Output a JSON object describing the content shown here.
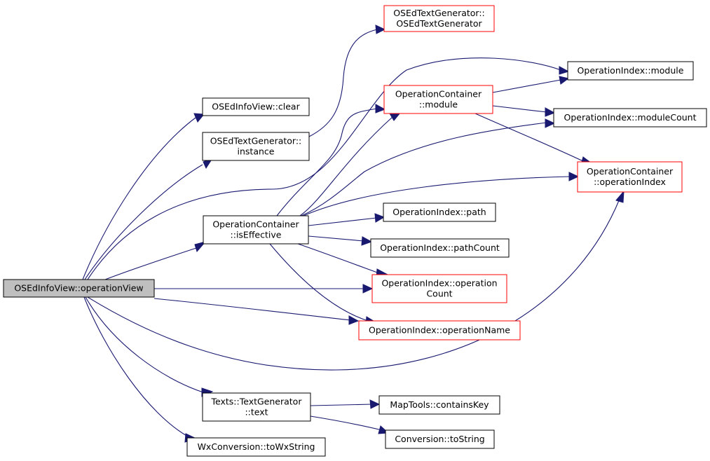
{
  "colors": {
    "edge": "#191970",
    "border_default": "#000000",
    "border_undocumented": "#ff0000",
    "fill_default": "#ffffff",
    "fill_root": "#bfbfbf",
    "text": "#000000"
  },
  "nodes": [
    {
      "id": "root",
      "name": "node-osedinfoview-operationview",
      "lines": [
        "OSEdInfoView::operationView"
      ],
      "style": "root"
    },
    {
      "id": "clear",
      "name": "node-osedinfoview-clear",
      "lines": [
        "OSEdInfoView::clear"
      ],
      "style": "default"
    },
    {
      "id": "instance",
      "name": "node-osedtextgenerator-instance",
      "lines": [
        "OSEdTextGenerator::",
        "instance"
      ],
      "style": "default"
    },
    {
      "id": "isEffective",
      "name": "node-operationcontainer-iseffective",
      "lines": [
        "OperationContainer",
        "::isEffective"
      ],
      "style": "default"
    },
    {
      "id": "textgen",
      "name": "node-texts-textgenerator-text",
      "lines": [
        "Texts::TextGenerator",
        "::text"
      ],
      "style": "default"
    },
    {
      "id": "towx",
      "name": "node-wxconversion-towxstring",
      "lines": [
        "WxConversion::toWxString"
      ],
      "style": "default"
    },
    {
      "id": "osedtg",
      "name": "node-osedtextgenerator-ctor",
      "lines": [
        "OSEdTextGenerator::",
        "OSEdTextGenerator"
      ],
      "style": "undocumented"
    },
    {
      "id": "ocmodule",
      "name": "node-operationcontainer-module",
      "lines": [
        "OperationContainer",
        "::module"
      ],
      "style": "undocumented"
    },
    {
      "id": "oimodule",
      "name": "node-operationindex-module",
      "lines": [
        "OperationIndex::module"
      ],
      "style": "default"
    },
    {
      "id": "modcount",
      "name": "node-operationindex-modulecount",
      "lines": [
        "OperationIndex::moduleCount"
      ],
      "style": "default"
    },
    {
      "id": "ocopindex",
      "name": "node-operationcontainer-operationindex",
      "lines": [
        "OperationContainer",
        "::operationIndex"
      ],
      "style": "undocumented"
    },
    {
      "id": "path",
      "name": "node-operationindex-path",
      "lines": [
        "OperationIndex::path"
      ],
      "style": "default"
    },
    {
      "id": "pathcount",
      "name": "node-operationindex-pathcount",
      "lines": [
        "OperationIndex::pathCount"
      ],
      "style": "default"
    },
    {
      "id": "opcount",
      "name": "node-operationindex-operationcount",
      "lines": [
        "OperationIndex::operation",
        "Count"
      ],
      "style": "undocumented"
    },
    {
      "id": "opname",
      "name": "node-operationindex-operationname",
      "lines": [
        "OperationIndex::operationName"
      ],
      "style": "undocumented"
    },
    {
      "id": "contains",
      "name": "node-maptools-containskey",
      "lines": [
        "MapTools::containsKey"
      ],
      "style": "default"
    },
    {
      "id": "tostring",
      "name": "node-conversion-tostring",
      "lines": [
        "Conversion::toString"
      ],
      "style": "default"
    }
  ],
  "edges": [
    {
      "from": "root",
      "to": "clear"
    },
    {
      "from": "root",
      "to": "instance"
    },
    {
      "from": "root",
      "to": "isEffective"
    },
    {
      "from": "root",
      "to": "oimodule"
    },
    {
      "from": "root",
      "to": "opcount"
    },
    {
      "from": "root",
      "to": "opname"
    },
    {
      "from": "root",
      "to": "ocopindex"
    },
    {
      "from": "root",
      "to": "textgen"
    },
    {
      "from": "root",
      "to": "towx"
    },
    {
      "from": "instance",
      "to": "osedtg"
    },
    {
      "from": "isEffective",
      "to": "ocmodule"
    },
    {
      "from": "isEffective",
      "to": "modcount"
    },
    {
      "from": "isEffective",
      "to": "ocopindex"
    },
    {
      "from": "isEffective",
      "to": "path"
    },
    {
      "from": "isEffective",
      "to": "pathcount"
    },
    {
      "from": "isEffective",
      "to": "opcount"
    },
    {
      "from": "isEffective",
      "to": "opname"
    },
    {
      "from": "ocmodule",
      "to": "oimodule"
    },
    {
      "from": "ocmodule",
      "to": "modcount"
    },
    {
      "from": "ocmodule",
      "to": "ocopindex"
    },
    {
      "from": "textgen",
      "to": "contains"
    },
    {
      "from": "textgen",
      "to": "tostring"
    }
  ]
}
